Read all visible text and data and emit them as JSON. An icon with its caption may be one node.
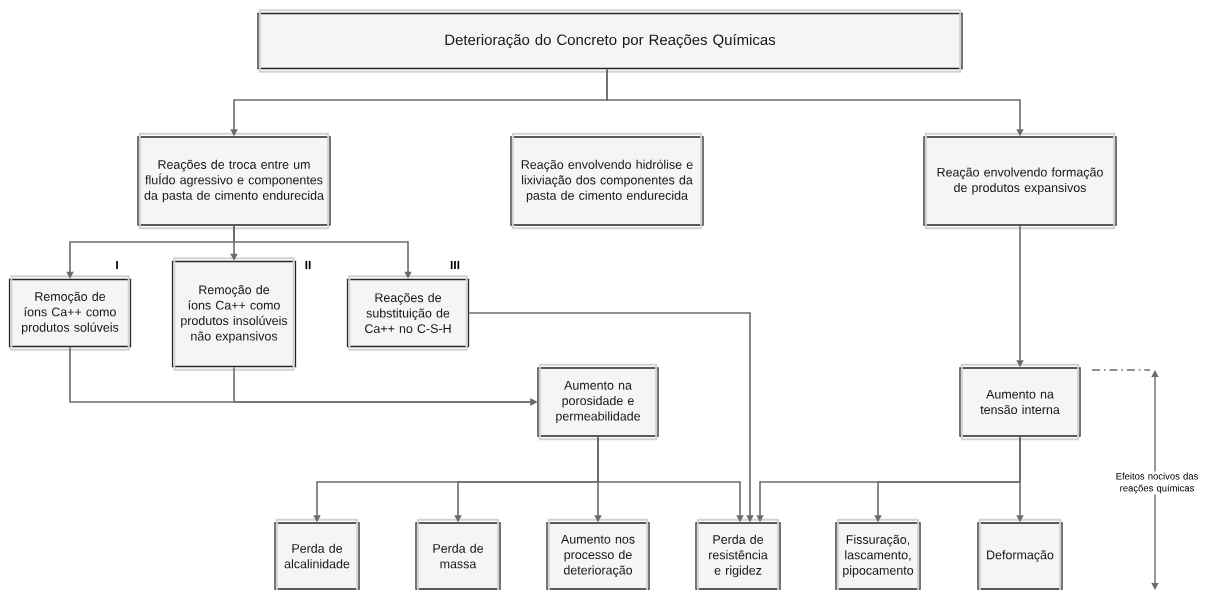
{
  "diagram": {
    "nodes": [
      {
        "text": [
          "Deterioração do Concreto por Reações Químicas"
        ]
      },
      {
        "text": [
          "Reações de troca entre um fluÍdo agressivo e componentes da pasta de cimento endurecida"
        ]
      },
      {
        "text": [
          "Reação envolvendo hidrólise e lixiviação dos componentes da pasta de cimento endurecida"
        ]
      },
      {
        "text": [
          "Reação envolvendo formação de produtos expansivos"
        ]
      },
      {
        "text": [
          "Remoção de íons Ca++ como produtos solúveis"
        ],
        "beside": [
          "I"
        ]
      },
      {
        "text": [
          "Remoção de íons Ca++ como produtos insolúveis não expansivos"
        ],
        "beside": [
          "II"
        ]
      },
      {
        "text": [
          "Reações de substituição de Ca++ no C-S-H"
        ],
        "beside": [
          "III"
        ]
      },
      {
        "text": [
          "Aumento na porosidade e permeabilidade"
        ]
      },
      {
        "text": [
          "Aumento na tensão interna"
        ]
      },
      {
        "text": [
          "Perda de alcalinidade"
        ]
      },
      {
        "text": [
          "Perda de massa"
        ]
      },
      {
        "text": [
          "Aumento nos processo de deterioração"
        ]
      },
      {
        "text": [
          "Perda de resistência e rigidez"
        ]
      },
      {
        "text": [
          "Fissuração, lascamento, pipocamento"
        ]
      },
      {
        "text": [
          "Deformação"
        ]
      }
    ],
    "edges": [
      {
        "from": 0,
        "to": 1,
        "arrow": "to"
      },
      {
        "from": 0,
        "to": 3,
        "arrow": "to"
      },
      {
        "from": 1,
        "to": 4,
        "arrow": "to"
      },
      {
        "from": 1,
        "to": 5,
        "arrow": "to"
      },
      {
        "from": 1,
        "to": 6,
        "arrow": "to"
      },
      {
        "from": 4,
        "to": 7,
        "arrow": "to"
      },
      {
        "from": 5,
        "to": 7,
        "arrow": "to"
      },
      {
        "from": 6,
        "to": 12,
        "arrow": "to"
      },
      {
        "from": 7,
        "to": 9,
        "arrow": "to"
      },
      {
        "from": 7,
        "to": 10,
        "arrow": "to"
      },
      {
        "from": 7,
        "to": 11,
        "arrow": "to"
      },
      {
        "from": 7,
        "to": 12,
        "arrow": "to"
      },
      {
        "from": 3,
        "to": 8,
        "arrow": "to"
      },
      {
        "from": 8,
        "to": 12,
        "arrow": "to"
      },
      {
        "from": 8,
        "to": 13,
        "arrow": "to"
      },
      {
        "from": 8,
        "to": 14,
        "arrow": "to"
      }
    ],
    "labels": [
      "Efeitos nocivos das reações químicas"
    ]
  }
}
